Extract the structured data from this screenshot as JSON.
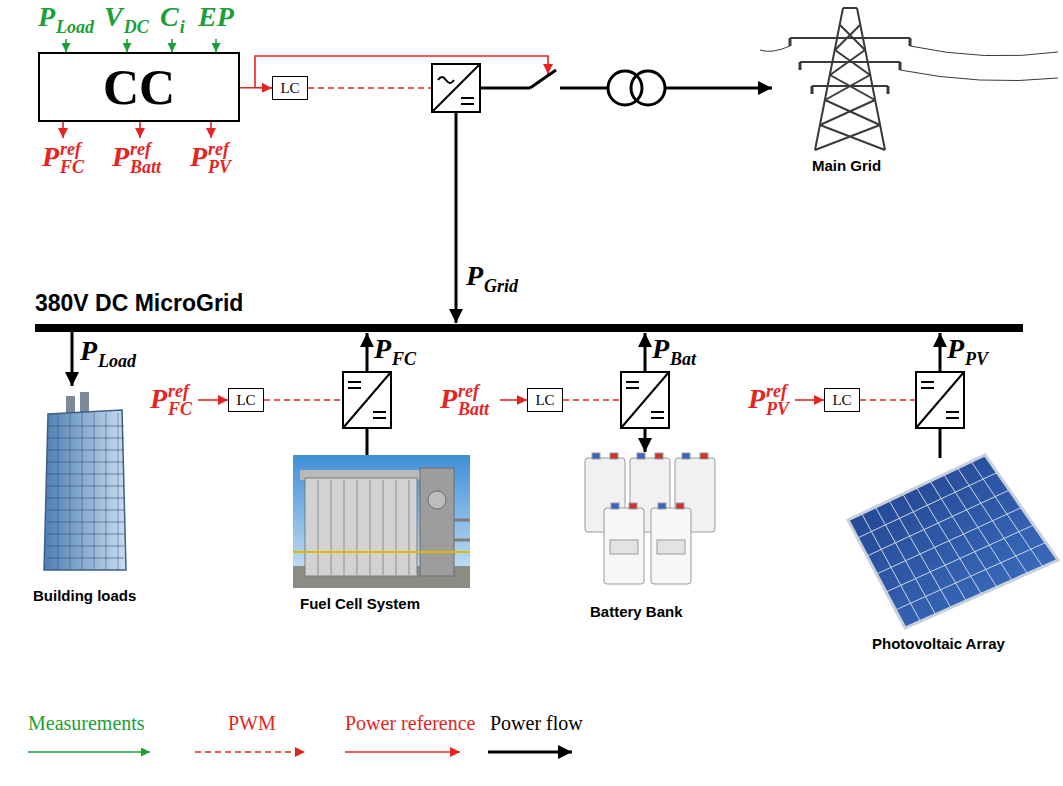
{
  "diagram": {
    "nodes": [
      {
        "text": [
          "CC"
        ]
      },
      {
        "text": [
          "LC"
        ]
      },
      {
        "text": [
          "LC"
        ]
      },
      {
        "text": [
          "LC"
        ]
      },
      {
        "text": [
          "LC"
        ]
      }
    ],
    "edges": [
      {
        "from": 0,
        "to": 1,
        "arrow": "to"
      }
    ],
    "labels": [
      "P",
      "Load",
      "V",
      "DC",
      "C",
      "i",
      "EP",
      "P",
      "FC",
      "ref",
      "P",
      "Batt",
      "ref",
      "P",
      "PV",
      "ref",
      "Main Grid",
      "P",
      "Grid",
      "380V DC MicroGrid",
      "P",
      "Load",
      "P",
      "FC",
      "P",
      "Bat",
      "P",
      "PV",
      "P",
      "FC",
      "ref",
      "P",
      "Batt",
      "ref",
      "P",
      "PV",
      "ref",
      "Building loads",
      "Fuel Cell System",
      "Battery Bank",
      "Photovoltaic Array"
    ],
    "legend": [
      {
        "text": "Measurements"
      },
      {
        "text": "PWM"
      },
      {
        "text": "Power reference"
      },
      {
        "text": "Power flow"
      }
    ]
  }
}
